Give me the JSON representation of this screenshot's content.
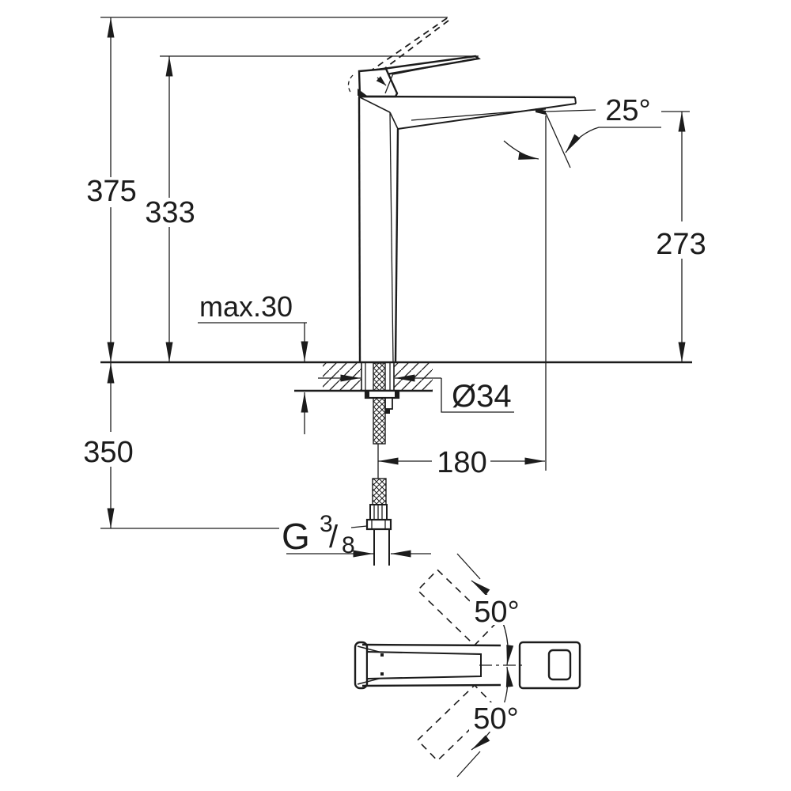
{
  "page": {
    "background": "#ffffff",
    "line_color": "#1c1c1c",
    "description": "Technical dimensional drawing of a tall single-lever basin mixer tap, front elevation with mounting detail and top view of handle swing"
  },
  "front_view": {
    "dims": {
      "overall_height": "375",
      "height_to_spout": "333",
      "deck_thickness_max": "max.30",
      "shank_diameter": "Ø34",
      "spout_reach": "180",
      "outlet_height": "273",
      "hose_length_below": "350",
      "stream_angle": "25°",
      "thread": {
        "g": "G",
        "numerator": "3",
        "slash": "/",
        "denominator": "8"
      }
    }
  },
  "top_view": {
    "dims": {
      "handle_swing_upper": "50°",
      "handle_swing_lower": "50°"
    }
  }
}
